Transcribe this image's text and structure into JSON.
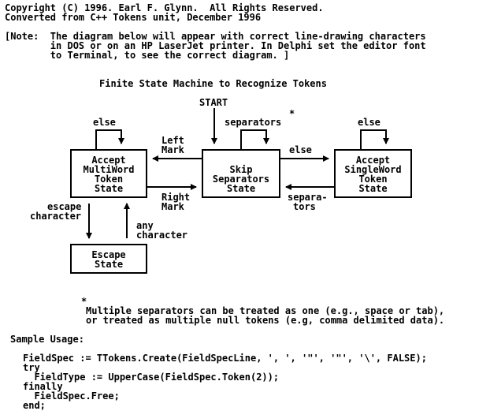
{
  "header": {
    "line1": "Copyright (C) 1996. Earl F. Glynn.  All Rights Reserved.",
    "line2": "Converted from C++ Tokens unit, December 1996"
  },
  "note": {
    "line1": "[Note:  The diagram below will appear with correct line-drawing characters",
    "line2": "        in DOS or on an HP LaserJet printer. In Delphi set the editor font",
    "line3": "        to Terminal, to see the correct diagram. ]"
  },
  "diagram": {
    "title": "Finite State Machine to Recognize Tokens",
    "start": "START",
    "asterisk": "*",
    "states": {
      "multiword": [
        "Accept",
        "MultiWord",
        "Token",
        "State"
      ],
      "skip": [
        "Skip",
        "Separators",
        "State"
      ],
      "singleword": [
        "Accept",
        "SingleWord",
        "Token",
        "State"
      ],
      "escape": [
        "Escape",
        "State"
      ]
    },
    "labels": {
      "else_left": "else",
      "separators_top": "separators",
      "else_right": "else",
      "left_mark": [
        "Left",
        "Mark"
      ],
      "else_middle": "else",
      "right_mark": [
        "Right",
        "Mark"
      ],
      "separators_bottom": [
        "separa-",
        "tors"
      ],
      "escape_character": [
        "escape",
        "character"
      ],
      "any_character": [
        "any",
        "character"
      ]
    }
  },
  "footnote": {
    "marker": "*",
    "line1": "Multiple separators can be treated as one (e.g., space or tab),",
    "line2": "or treated as multiple null tokens (e.g, comma delimited data)."
  },
  "sample": {
    "heading": "Sample Usage:",
    "code": [
      "FieldSpec := TTokens.Create(FieldSpecLine, ', ', '\"', '\"', '\\', FALSE);",
      "try",
      "  FieldType := UpperCase(FieldSpec.Token(2));",
      "finally",
      "  FieldSpec.Free;",
      "end;"
    ]
  }
}
